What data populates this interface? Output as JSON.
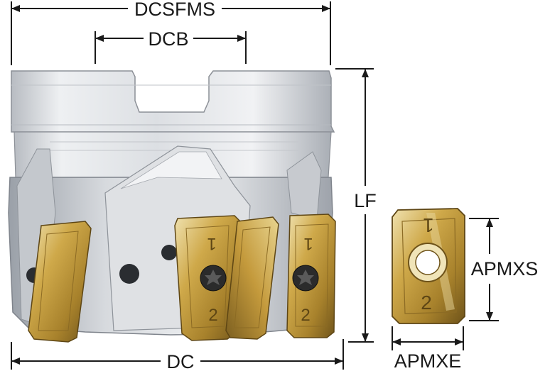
{
  "dimensions": {
    "dcsfms": "DCSFMS",
    "dcb": "DCB",
    "lf": "LF",
    "dc": "DC",
    "apmxs": "APMXS",
    "apmxe": "APMXE"
  },
  "insert_markings": {
    "top": "1",
    "bottom": "2"
  },
  "colors": {
    "body_light": "#e9eaec",
    "body_mid": "#c9ccd1",
    "body_dark": "#8f949c",
    "insert_gold": "#c9a445",
    "insert_dark": "#7a5e1e",
    "insert_light": "#ead9a2",
    "line": "#1a1a1a"
  }
}
